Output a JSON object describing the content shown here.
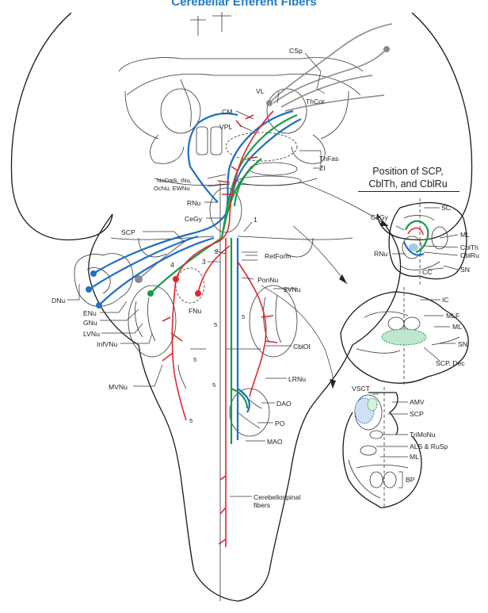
{
  "title": "Cerebellar Efferent Fibers",
  "inset_title": [
    "Position of SCP,",
    "CblTh, and CblRu"
  ],
  "colors": {
    "title": "#1e7cc8",
    "blue_fibers": "#1f6fc4",
    "green_fibers": "#1a9a4a",
    "red_fibers": "#e0262c",
    "gray_fibers": "#8a8a8a"
  },
  "labels": {
    "csp": "CSp",
    "vl": "VL",
    "thcor": "ThCor",
    "cm": "CM",
    "vpl": "VPL",
    "thfas": "ThFas",
    "zi": "ZI",
    "nudark": "NuDark, INu,",
    "ocnu": "OcNu, EWNu",
    "rnu": "RNu",
    "cegy": "CeGy",
    "scp": "SCP",
    "n1": "1",
    "n2": "2",
    "n3": "3",
    "n4": "4",
    "retform": "RetForm",
    "ponnu": "PonNu",
    "dnu": "DNu",
    "fnu": "FNu",
    "svnu": "SVNu",
    "enu": "ENu",
    "gnu": "GNu",
    "lvnu": "LVNu",
    "infvnu": "InfVNu",
    "mvnu": "MVNu",
    "cblol": "CblOl",
    "lrnu": "LRNu",
    "dao": "DAO",
    "po": "PO",
    "mao": "MAO",
    "cspinal1": "Cerebellospinal",
    "cspinal2": "fibers",
    "n5a": "5",
    "n5b": "5",
    "n5c": "5",
    "n5d": "5",
    "n5e": "5"
  },
  "inset_labels": {
    "sc": "SC",
    "cegy": "CeGy",
    "ml": "ML",
    "cblth": "CblTh",
    "cblru": "CblRu",
    "rnu": "RNu",
    "cc": "CC",
    "sn": "SN",
    "ic": "IC",
    "mlf": "MLF",
    "ml2": "ML",
    "sn2": "SN",
    "scpdec": "SCP, Dec",
    "vsct": "VSCT",
    "amv": "AMV",
    "scp": "SCP",
    "trimonu": "TriMoNu",
    "alsrusp": "ALS & RuSp",
    "ml3": "ML",
    "bp": "BP"
  }
}
